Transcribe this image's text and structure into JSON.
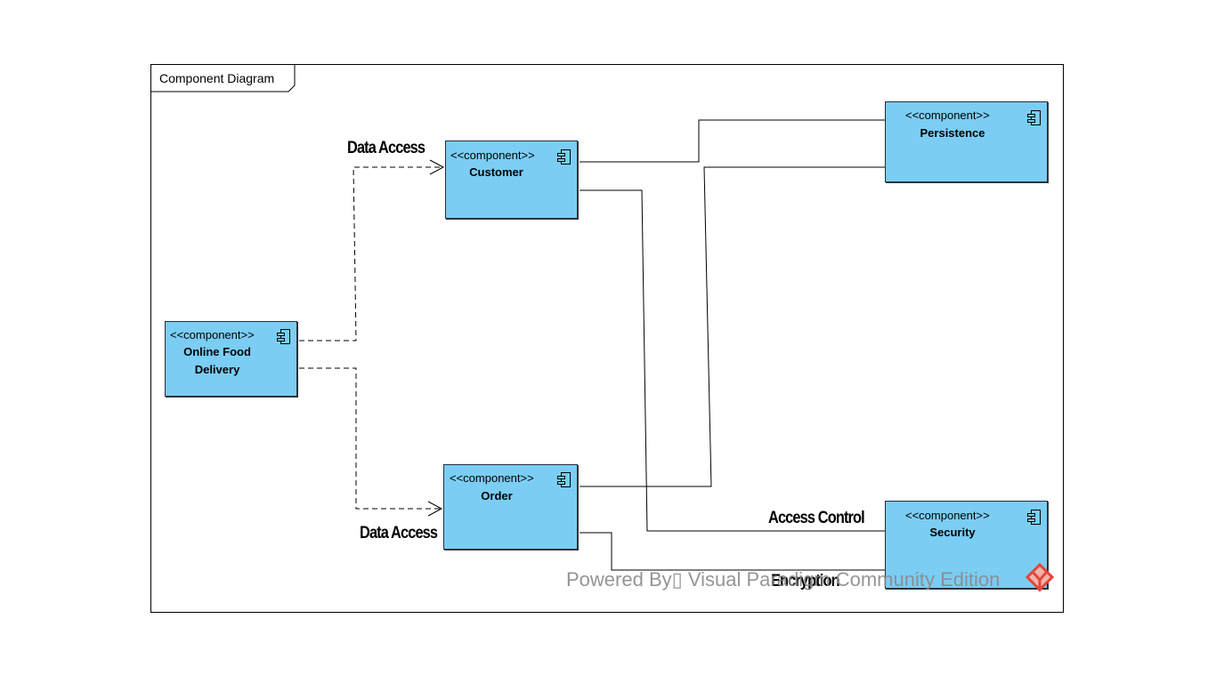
{
  "frame": {
    "title": "Component Diagram"
  },
  "components": {
    "customer": {
      "stereotype": "<<component>>",
      "name": "Customer"
    },
    "persistence": {
      "stereotype": "<<component>>",
      "name": "Persistence"
    },
    "online_food_delivery": {
      "stereotype": "<<component>>",
      "name": "Online Food\nDelivery"
    },
    "order": {
      "stereotype": "<<component>>",
      "name": "Order"
    },
    "security": {
      "stereotype": "<<component>>",
      "name": "Security"
    }
  },
  "connectors": {
    "data_access_top": "Data Access",
    "data_access_bottom": "Data Access",
    "access_control": "Access Control",
    "encryption": "Encryption"
  },
  "watermark": {
    "text": "Powered By▯ Visual Paradigm Community Edition",
    "logo": "visual-paradigm-logo-icon"
  },
  "colors": {
    "component_fill": "#7bcdf4",
    "watermark": "#8a8a8a",
    "logo": "#e0463a"
  }
}
